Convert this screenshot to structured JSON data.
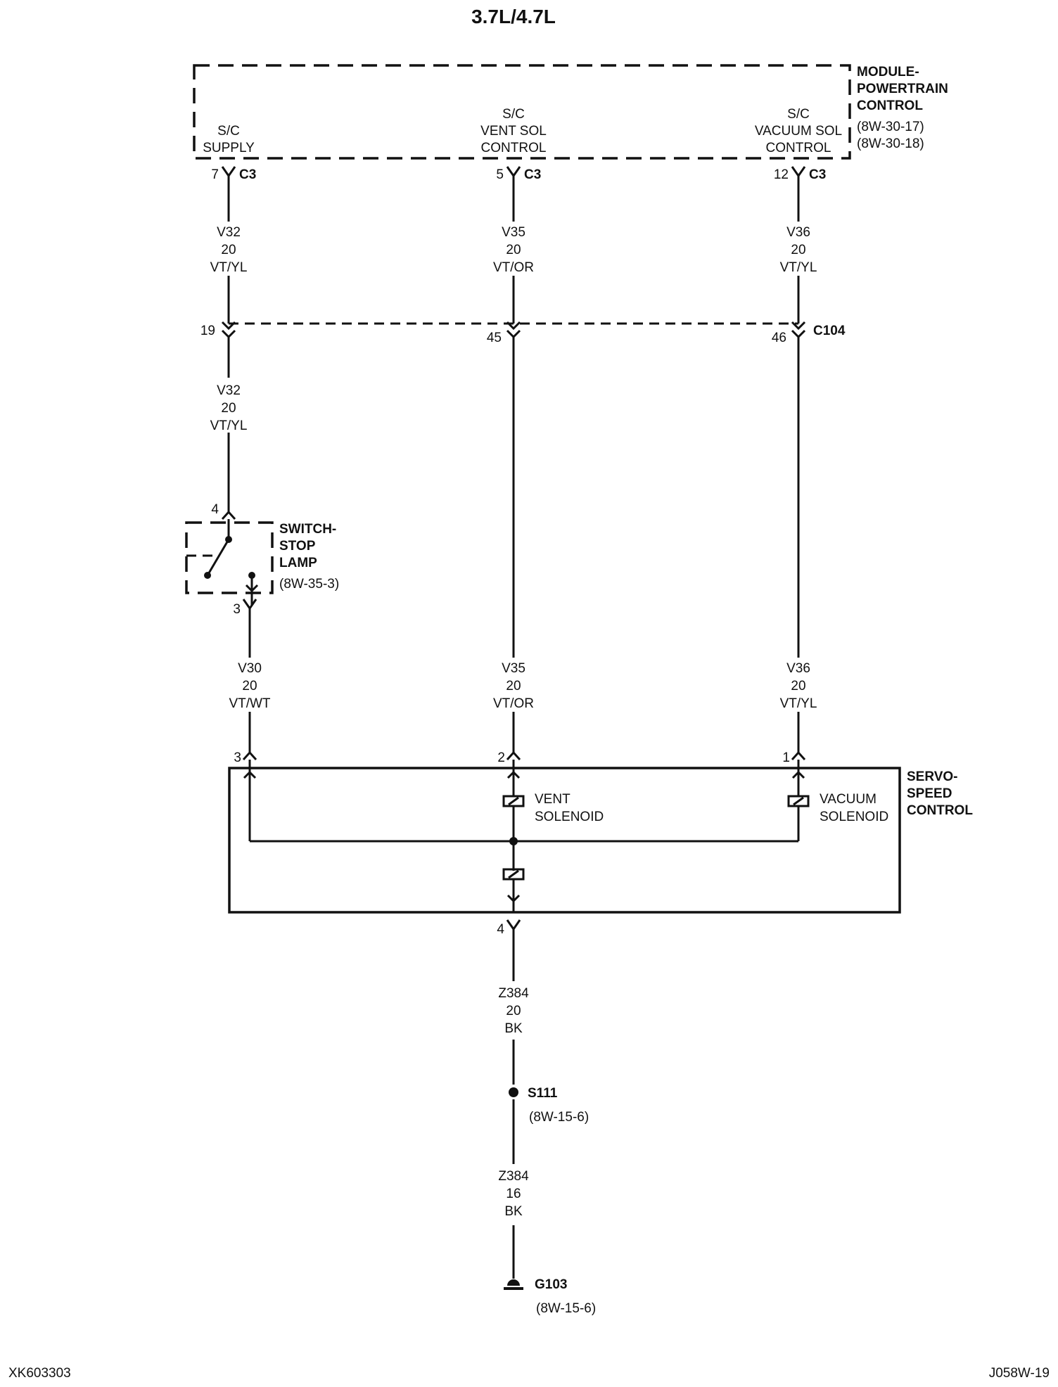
{
  "title": "3.7L/4.7L",
  "pcm": {
    "name": [
      "MODULE-",
      "POWERTRAIN",
      "CONTROL"
    ],
    "refs": [
      "(8W-30-17)",
      "(8W-30-18)"
    ],
    "terminals": [
      {
        "lines": [
          "S/C",
          "SUPPLY"
        ],
        "pin": "7",
        "connector": "C3"
      },
      {
        "lines": [
          "S/C",
          "VENT SOL",
          "CONTROL"
        ],
        "pin": "5",
        "connector": "C3"
      },
      {
        "lines": [
          "S/C",
          "VACUUM SOL",
          "CONTROL"
        ],
        "pin": "12",
        "connector": "C3"
      }
    ]
  },
  "wires_upper": [
    {
      "circuit": "V32",
      "gauge": "20",
      "color": "VT/YL"
    },
    {
      "circuit": "V35",
      "gauge": "20",
      "color": "VT/OR"
    },
    {
      "circuit": "V36",
      "gauge": "20",
      "color": "VT/YL"
    }
  ],
  "c104": {
    "name": "C104",
    "pins": [
      "19",
      "45",
      "46"
    ]
  },
  "wire_v32_lower": {
    "circuit": "V32",
    "gauge": "20",
    "color": "VT/YL"
  },
  "switch": {
    "name": [
      "SWITCH-",
      "STOP",
      "LAMP"
    ],
    "ref": "(8W-35-3)",
    "pin_in": "4",
    "pin_out": "3"
  },
  "wires_mid": [
    {
      "circuit": "V30",
      "gauge": "20",
      "color": "VT/WT"
    },
    {
      "circuit": "V35",
      "gauge": "20",
      "color": "VT/OR"
    },
    {
      "circuit": "V36",
      "gauge": "20",
      "color": "VT/YL"
    }
  ],
  "servo": {
    "name": [
      "SERVO-",
      "SPEED",
      "CONTROL"
    ],
    "pins": [
      "3",
      "2",
      "1",
      "4"
    ],
    "vent_label": [
      "VENT",
      "SOLENOID"
    ],
    "vacuum_label": [
      "VACUUM",
      "SOLENOID"
    ]
  },
  "ground_wire_1": {
    "circuit": "Z384",
    "gauge": "20",
    "color": "BK"
  },
  "splice": {
    "name": "S111",
    "ref": "(8W-15-6)"
  },
  "ground_wire_2": {
    "circuit": "Z384",
    "gauge": "16",
    "color": "BK"
  },
  "ground": {
    "name": "G103",
    "ref": "(8W-15-6)"
  },
  "footer": {
    "left": "XK603303",
    "right": "J058W-19"
  }
}
